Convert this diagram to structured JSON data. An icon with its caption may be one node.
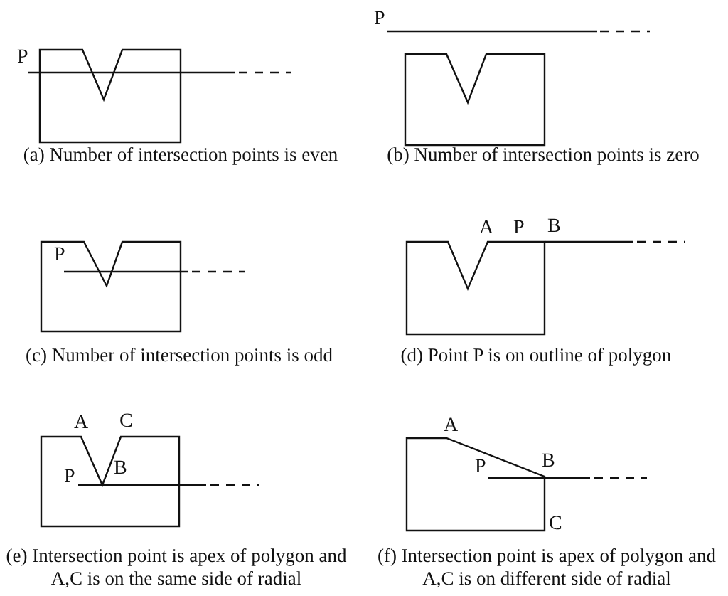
{
  "diagram": {
    "labels": [
      "P",
      "P",
      "(a) Number of intersection points is even",
      "(b) Number of intersection points is zero",
      "A",
      "P",
      "B",
      "P",
      "(c) Number of intersection points is odd",
      "(d) Point P is on outline of polygon",
      "A",
      "C",
      "A",
      "P",
      "B",
      "P",
      "B",
      "C",
      "(e) Intersection point is apex of polygon and A,C is on the same side of radial",
      "(f) Intersection point is apex of polygon and A,C is on different side of radial"
    ]
  }
}
